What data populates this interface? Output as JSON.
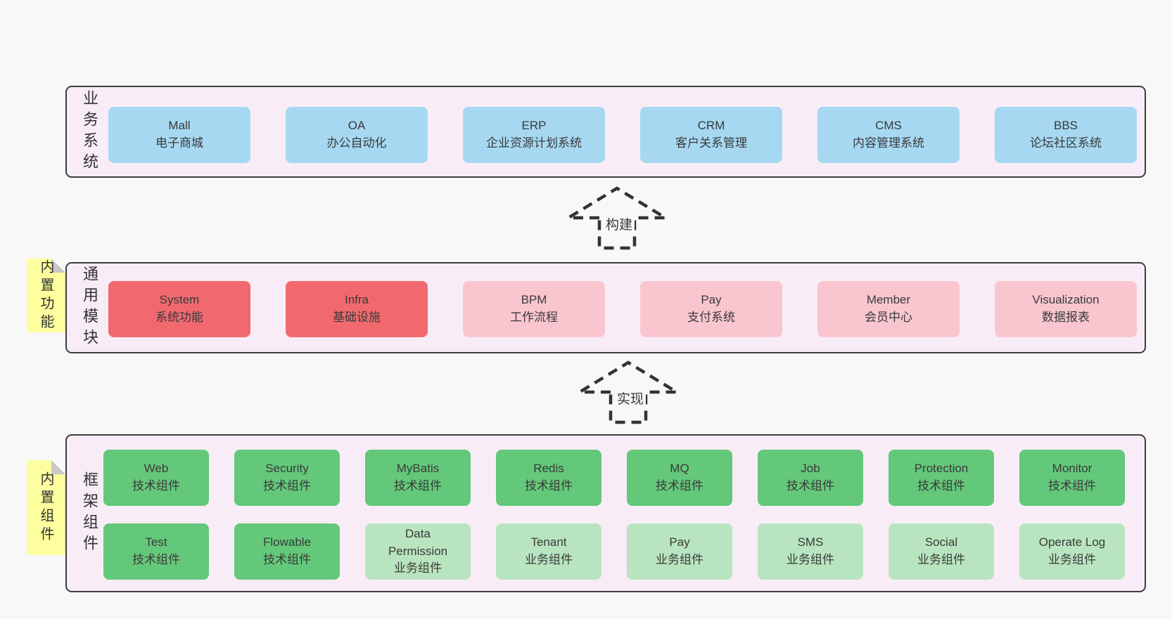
{
  "colors": {
    "page_bg": "#f8f8f8",
    "container_fill": "#f8edf6",
    "container_border": "#3d3d3d",
    "node_blue": "#a6d8f2",
    "node_red": "#f1696e",
    "node_pink": "#f9c6cf",
    "node_green": "#64c87a",
    "node_green_light": "#b8e5bf",
    "sticky_yellow": "#fdff9e",
    "sticky_fold_gray": "#c8c8c8",
    "text": "#3a3a3a"
  },
  "layer_business": {
    "label": "业务系统",
    "items": [
      {
        "name": "Mall",
        "desc": "电子商城",
        "color": "blue"
      },
      {
        "name": "OA",
        "desc": "办公自动化",
        "color": "blue"
      },
      {
        "name": "ERP",
        "desc": "企业资源计划系统",
        "color": "blue"
      },
      {
        "name": "CRM",
        "desc": "客户关系管理",
        "color": "blue"
      },
      {
        "name": "CMS",
        "desc": "内容管理系统",
        "color": "blue"
      },
      {
        "name": "BBS",
        "desc": "论坛社区系统",
        "color": "blue"
      }
    ]
  },
  "arrow_build": {
    "label": "构建"
  },
  "layer_modules": {
    "label": "通用模块",
    "sticky": "内置功能",
    "items": [
      {
        "name": "System",
        "desc": "系统功能",
        "color": "red"
      },
      {
        "name": "Infra",
        "desc": "基础设施",
        "color": "red"
      },
      {
        "name": "BPM",
        "desc": "工作流程",
        "color": "pink"
      },
      {
        "name": "Pay",
        "desc": "支付系统",
        "color": "pink"
      },
      {
        "name": "Member",
        "desc": "会员中心",
        "color": "pink"
      },
      {
        "name": "Visualization",
        "desc": "数据报表",
        "color": "pink"
      }
    ]
  },
  "arrow_implement": {
    "label": "实现"
  },
  "layer_components": {
    "label": "框架组件",
    "sticky": "内置组件",
    "row1": [
      {
        "name": "Web",
        "desc": "技术组件",
        "color": "green"
      },
      {
        "name": "Security",
        "desc": "技术组件",
        "color": "green"
      },
      {
        "name": "MyBatis",
        "desc": "技术组件",
        "color": "green"
      },
      {
        "name": "Redis",
        "desc": "技术组件",
        "color": "green"
      },
      {
        "name": "MQ",
        "desc": "技术组件",
        "color": "green"
      },
      {
        "name": "Job",
        "desc": "技术组件",
        "color": "green"
      },
      {
        "name": "Protection",
        "desc": "技术组件",
        "color": "green"
      },
      {
        "name": "Monitor",
        "desc": "技术组件",
        "color": "green"
      }
    ],
    "row2": [
      {
        "name": "Test",
        "desc": "技术组件",
        "color": "green"
      },
      {
        "name": "Flowable",
        "desc": "技术组件",
        "color": "green"
      },
      {
        "name": "Data Permission",
        "desc": "业务组件",
        "color": "green-light"
      },
      {
        "name": "Tenant",
        "desc": "业务组件",
        "color": "green-light"
      },
      {
        "name": "Pay",
        "desc": "业务组件",
        "color": "green-light"
      },
      {
        "name": "SMS",
        "desc": "业务组件",
        "color": "green-light"
      },
      {
        "name": "Social",
        "desc": "业务组件",
        "color": "green-light"
      },
      {
        "name": "Operate Log",
        "desc": "业务组件",
        "color": "green-light"
      }
    ]
  }
}
